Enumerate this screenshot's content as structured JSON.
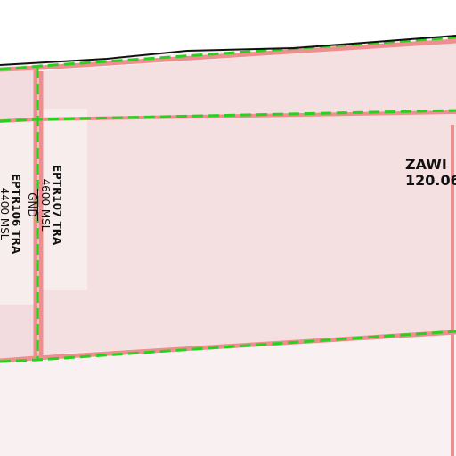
{
  "map": {
    "colors": {
      "zone_fill": "#f4dfe1",
      "zone_border": "#ef8e8e",
      "tma_border": "#27d21f",
      "boundary_line": "#111111",
      "label_box": "#f7eeee"
    },
    "zones": [
      {
        "name": "EPTR107 TRA",
        "upper": "4600 MSL",
        "lower": "GND"
      },
      {
        "name": "EPTR106 TRA",
        "upper": "4400 MSL",
        "lower": ""
      },
      {
        "name": "ZAWI",
        "frequency": "120.06"
      }
    ]
  }
}
